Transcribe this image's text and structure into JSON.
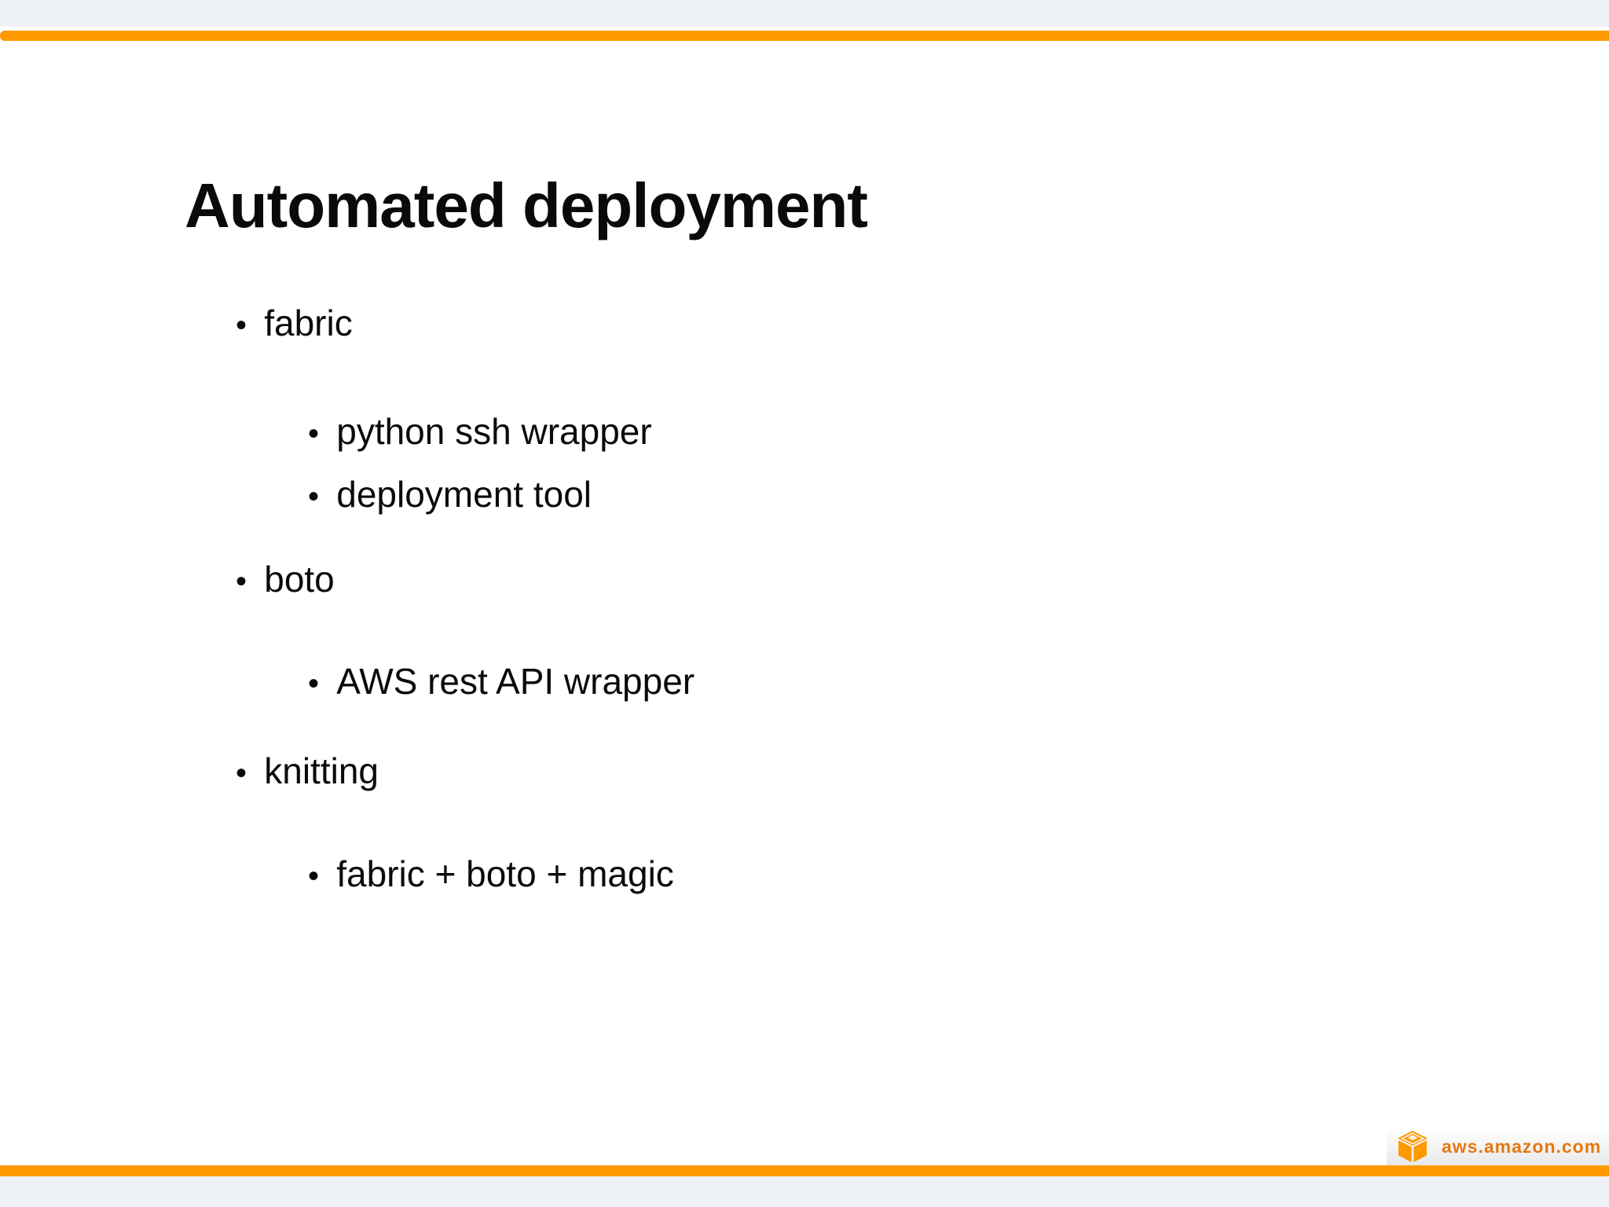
{
  "slide": {
    "title": "Automated deployment",
    "bullets": [
      {
        "level": 1,
        "text": "fabric"
      },
      {
        "level": 2,
        "text": "python ssh wrapper"
      },
      {
        "level": 2,
        "text": "deployment tool"
      },
      {
        "level": 1,
        "text": "boto"
      },
      {
        "level": 2,
        "text": "AWS rest API wrapper"
      },
      {
        "level": 1,
        "text": "knitting"
      },
      {
        "level": 2,
        "text": "fabric + boto + magic"
      }
    ]
  },
  "footer": {
    "logo_text": "aws.amazon.com",
    "logo_icon": "aws-package-box-icon"
  },
  "colors": {
    "accent_orange": "#FF9900",
    "edge_strip_gray": "#EEF2F7",
    "logo_text_orange": "#E47911",
    "text_black": "#0A0A0A"
  }
}
